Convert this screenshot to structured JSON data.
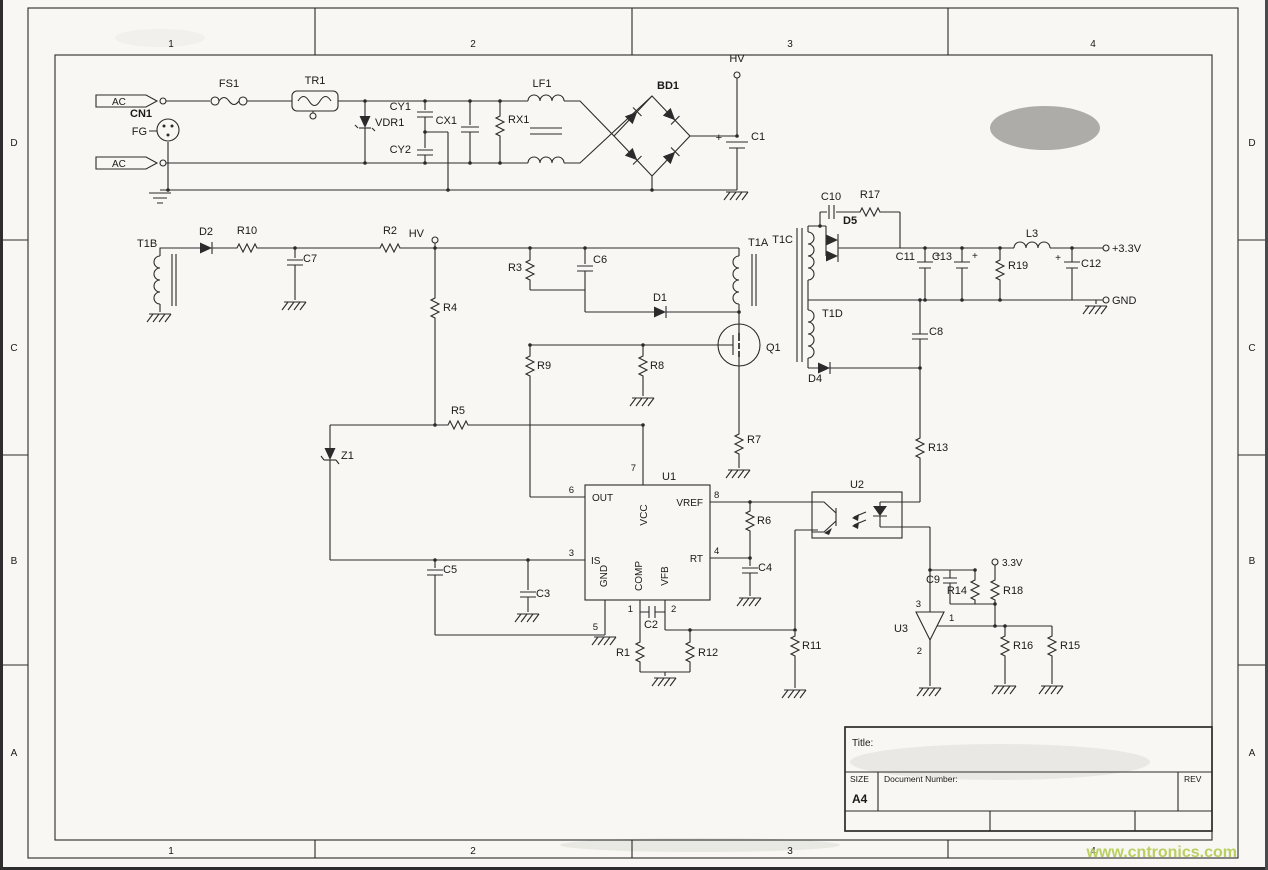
{
  "frame": {
    "cols": [
      "1",
      "2",
      "3",
      "4"
    ],
    "rows": [
      "D",
      "C",
      "B",
      "A"
    ]
  },
  "title_block": {
    "title_label": "Title:",
    "size_label": "SIZE",
    "size_value": "A4",
    "doc_label": "Document Number:",
    "rev_label": "REV"
  },
  "watermark": "www.cntronics.com",
  "nets": {
    "hv": "HV",
    "v33": "+3.3V",
    "gnd": "GND",
    "v33_fb": "3.3V",
    "plus": "+"
  },
  "parts": {
    "ac": "AC",
    "cn1": "CN1",
    "fg": "FG",
    "fs1": "FS1",
    "tr1": "TR1",
    "vdr1": "VDR1",
    "cy1": "CY1",
    "cy2": "CY2",
    "cx1": "CX1",
    "rx1": "RX1",
    "lf1": "LF1",
    "bd1": "BD1",
    "c1": "C1",
    "t1b": "T1B",
    "d2": "D2",
    "r10": "R10",
    "c7": "C7",
    "r2": "R2",
    "r4": "R4",
    "r3": "R3",
    "c6": "C6",
    "d1": "D1",
    "t1a": "T1A",
    "q1": "Q1",
    "r9": "R9",
    "r8": "R8",
    "r5": "R5",
    "r7": "R7",
    "z1": "Z1",
    "t1c": "T1C",
    "t1d": "T1D",
    "c10": "C10",
    "r17": "R17",
    "d5": "D5",
    "d4": "D4",
    "c8": "C8",
    "c11": "C11",
    "c13": "C13",
    "r19": "R19",
    "l3": "L3",
    "c12": "C12",
    "r13": "R13",
    "u1": "U1",
    "u2": "U2",
    "u3": "U3",
    "c5": "C5",
    "c3": "C3",
    "c2": "C2",
    "r1": "R1",
    "r12": "R12",
    "r6": "R6",
    "c4": "C4",
    "r11": "R11",
    "c9": "C9",
    "r14": "R14",
    "r18": "R18",
    "r16": "R16",
    "r15": "R15"
  },
  "u1_pins": {
    "out": "OUT",
    "vcc": "VCC",
    "vref": "VREF",
    "is": "IS",
    "gnd": "GND",
    "comp": "COMP",
    "vfb": "VFB",
    "rt": "RT"
  },
  "pin_numbers": {
    "n1": "1",
    "n2": "2",
    "n3": "3",
    "n4": "4",
    "n5": "5",
    "n6": "6",
    "n7": "7",
    "n8": "8"
  },
  "u3_pins": {
    "p1": "1",
    "p2": "2",
    "p3": "3"
  }
}
